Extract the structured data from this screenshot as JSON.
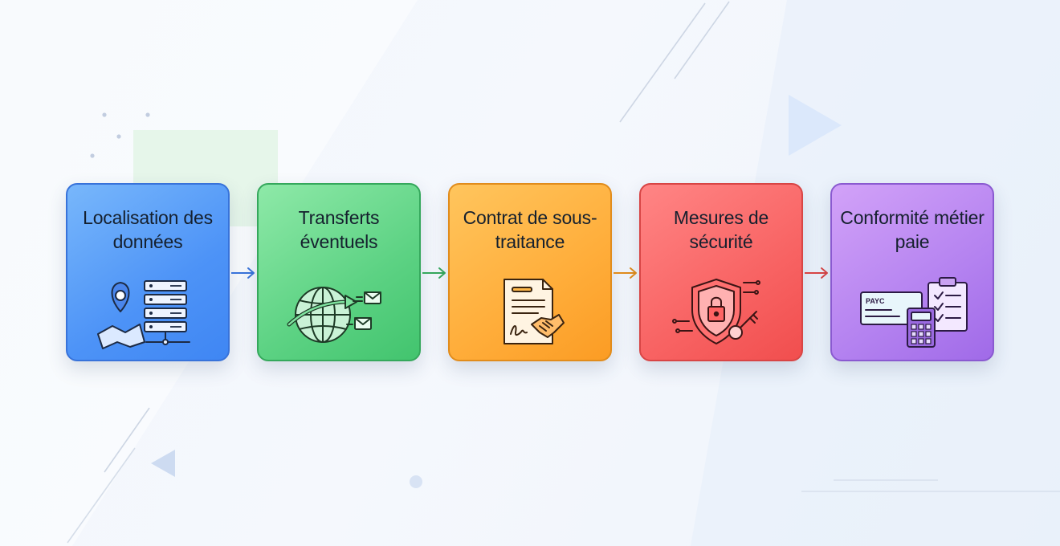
{
  "steps": [
    {
      "label": "Localisation des données",
      "icon": "map-pin-server-icon",
      "color": "#4d93f7"
    },
    {
      "label": "Transferts éventuels",
      "icon": "globe-transfer-icon",
      "color": "#5cd283"
    },
    {
      "label": "Contrat de sous-traitance",
      "icon": "contract-handshake-icon",
      "color": "#ffad3a"
    },
    {
      "label": "Mesures de sécurité",
      "icon": "shield-lock-key-icon",
      "color": "#f86363"
    },
    {
      "label": "Conformité métier paie",
      "icon": "payslip-calculator-checklist-icon",
      "color": "#b482f0"
    }
  ],
  "icon_text": {
    "payslip": "PAYC"
  },
  "arrow_colors": [
    "#3873da",
    "#35a85c",
    "#e18c1c",
    "#d84545"
  ]
}
